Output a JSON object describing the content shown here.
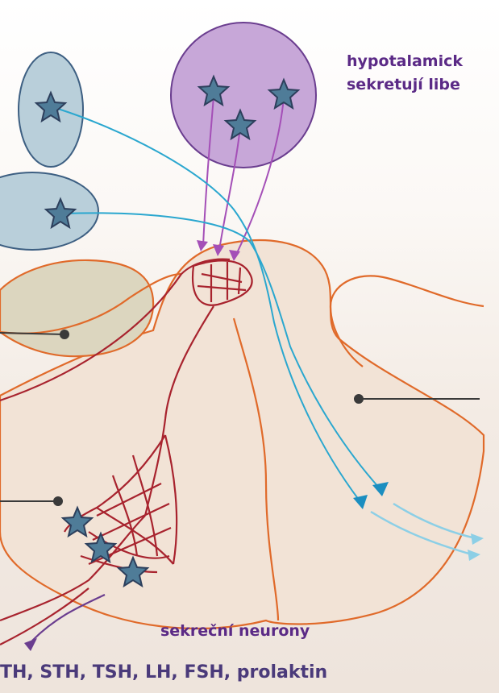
{
  "labels": {
    "top_line1": "hypotalamick",
    "top_line2": "sekretují libe",
    "bottom": "sekreční neurony",
    "hormones": "TH, STH, TSH, LH, FSH, prolaktin"
  },
  "colors": {
    "purple_cell": "#c7a7d8",
    "purple_outline": "#6a3d8f",
    "blue_cell": "#b9cfda",
    "blue_outline": "#3d5f82",
    "star_fill": "#4f7c98",
    "star_outline": "#2d3f5c",
    "orange_outline": "#e06a2a",
    "gland_fill": "#f2e3d6",
    "olive_fill": "#dcd6bf",
    "red_vessel": "#a8232e",
    "cyan_axon": "#2aa7cf",
    "light_cyan": "#8ccfe6",
    "magenta_axon": "#a44fb7",
    "text_purple": "#5b2a86"
  }
}
